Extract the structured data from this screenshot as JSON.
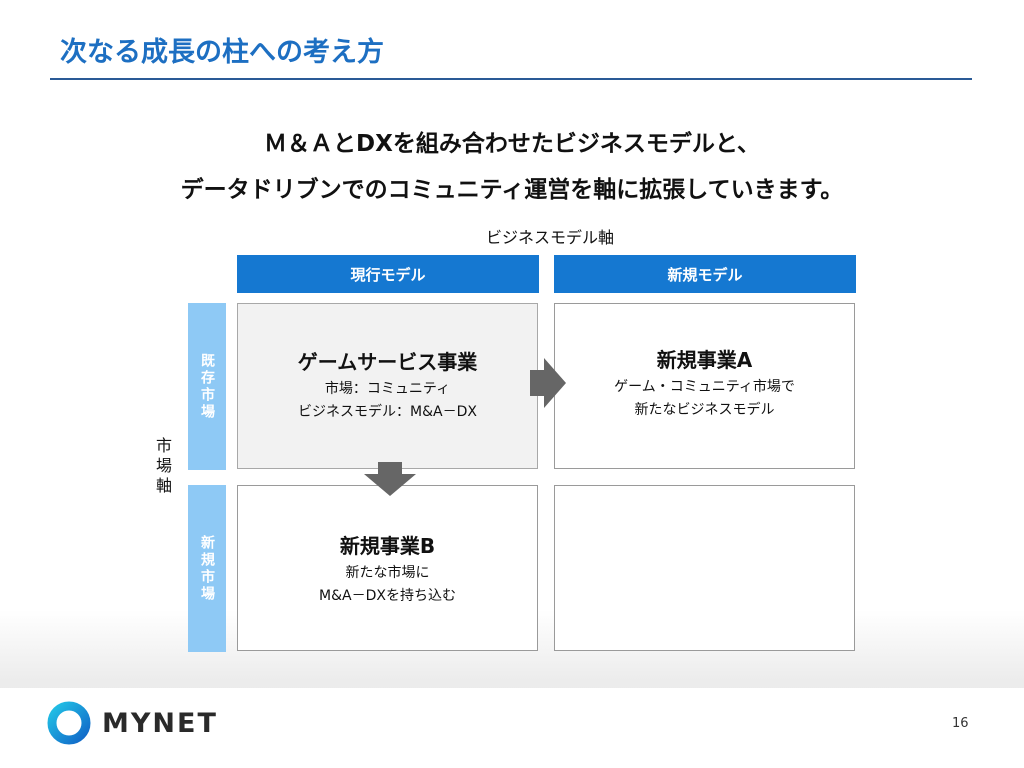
{
  "slide": {
    "title": "次なる成長の柱への考え方",
    "lead_line1": "Ｍ＆ＡとDXを組み合わせたビジネスモデルと、",
    "lead_line2": "データドリブンでのコミュニティ運営を軸に拡張していきます。",
    "page_number": "16"
  },
  "matrix": {
    "x_axis_label": "ビジネスモデル軸",
    "y_axis_label": "市場軸",
    "columns": [
      "現行モデル",
      "新規モデル"
    ],
    "rows": [
      "既存市場",
      "新規市場"
    ],
    "cells": {
      "existing_current": {
        "title": "ゲームサービス事業",
        "line1": "市場：コミュニティ",
        "line2": "ビジネスモデル：M&A－DX"
      },
      "existing_new": {
        "title": "新規事業A",
        "line1": "ゲーム・コミュニティ市場で",
        "line2": "新たなビジネスモデル"
      },
      "new_current": {
        "title": "新規事業B",
        "line1": "新たな市場に",
        "line2": "M&A－DXを持ち込む"
      }
    }
  },
  "brand": {
    "logo_text": "MYNET",
    "icon": "mynet-ring-logo-icon",
    "accent_color": "#1578d1",
    "title_color": "#1d6fc2",
    "row_header_color": "#8ec9f5",
    "arrow_color": "#666666"
  }
}
